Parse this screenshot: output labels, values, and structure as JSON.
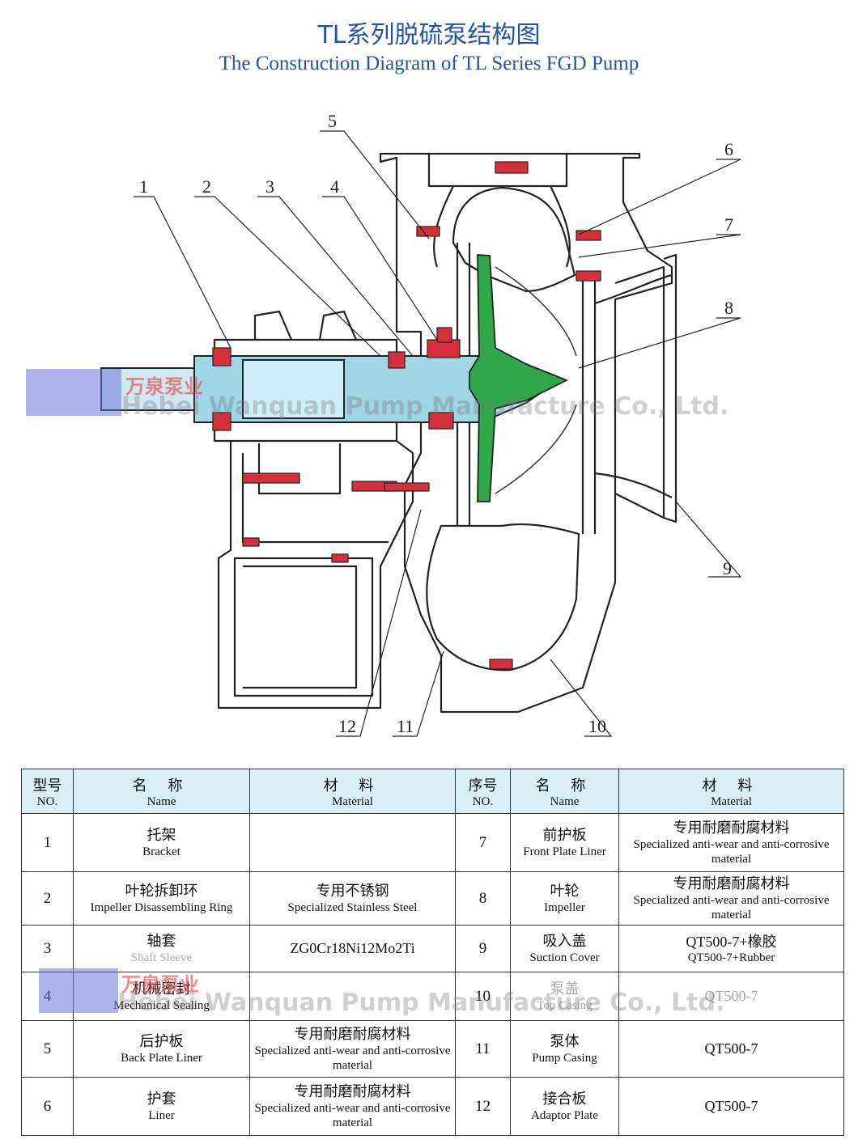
{
  "title_cn": "TL系列脱硫泵结构图",
  "title_en": "The Construction Diagram of  TL Series FGD Pump",
  "callouts": [
    "1",
    "2",
    "3",
    "4",
    "5",
    "6",
    "7",
    "8",
    "9",
    "10",
    "11",
    "12"
  ],
  "watermark": {
    "cn": "万泉泵业",
    "en": "Hebei Wanquan Pump Manufacture Co., Ltd."
  },
  "table": {
    "headers": {
      "no_cn": "型号",
      "no_en": "NO.",
      "name_cn": "名  称",
      "name_en": "Name",
      "mat_cn": "材  料",
      "mat_en": "Material",
      "no2_cn": "序号",
      "no2_en": "NO.",
      "name2_cn": "名  称",
      "name2_en": "Name",
      "mat2_cn": "材  料",
      "mat2_en": "Material"
    },
    "rows": [
      {
        "no": "1",
        "name_cn": "托架",
        "name_en": "Bracket",
        "mat_cn": "",
        "mat_en": "",
        "no2": "7",
        "name2_cn": "前护板",
        "name2_en": "Front Plate Liner",
        "mat2_cn": "专用耐磨耐腐材料",
        "mat2_en": "Specialized anti-wear and anti-corrosive material"
      },
      {
        "no": "2",
        "name_cn": "叶轮拆卸环",
        "name_en": "Impeller Disassembling Ring",
        "mat_cn": "专用不锈钢",
        "mat_en": "Specialized Stainless Steel",
        "no2": "8",
        "name2_cn": "叶轮",
        "name2_en": "Impeller",
        "mat2_cn": "专用耐磨耐腐材料",
        "mat2_en": "Specialized anti-wear and anti-corrosive material"
      },
      {
        "no": "3",
        "name_cn": "轴套",
        "name_en": "Shaft Sleeve",
        "mat_cn": "ZG0Cr18Ni12Mo2Ti",
        "mat_en": "",
        "no2": "9",
        "name2_cn": "吸入盖",
        "name2_en": "Suction Cover",
        "mat2_cn": "QT500-7+橡胶",
        "mat2_en": "QT500-7+Rubber"
      },
      {
        "no": "4",
        "name_cn": "机械密封",
        "name_en": "Mechanical Sealing",
        "mat_cn": "",
        "mat_en": "",
        "no2": "10",
        "name2_cn": "泵盖",
        "name2_en": "Top Casing",
        "mat2_cn": "QT500-7",
        "mat2_en": ""
      },
      {
        "no": "5",
        "name_cn": "后护板",
        "name_en": "Back Plate Liner",
        "mat_cn": "专用耐磨耐腐材料",
        "mat_en": "Specialized anti-wear and anti-corrosive material",
        "no2": "11",
        "name2_cn": "泵体",
        "name2_en": "Pump Casing",
        "mat2_cn": "QT500-7",
        "mat2_en": ""
      },
      {
        "no": "6",
        "name_cn": "护套",
        "name_en": "Liner",
        "mat_cn": "专用耐磨耐腐材料",
        "mat_en": "Specialized anti-wear and anti-corrosive material",
        "no2": "12",
        "name2_cn": "接合板",
        "name2_en": "Adaptor Plate",
        "mat2_cn": "QT500-7",
        "mat2_en": ""
      }
    ]
  }
}
